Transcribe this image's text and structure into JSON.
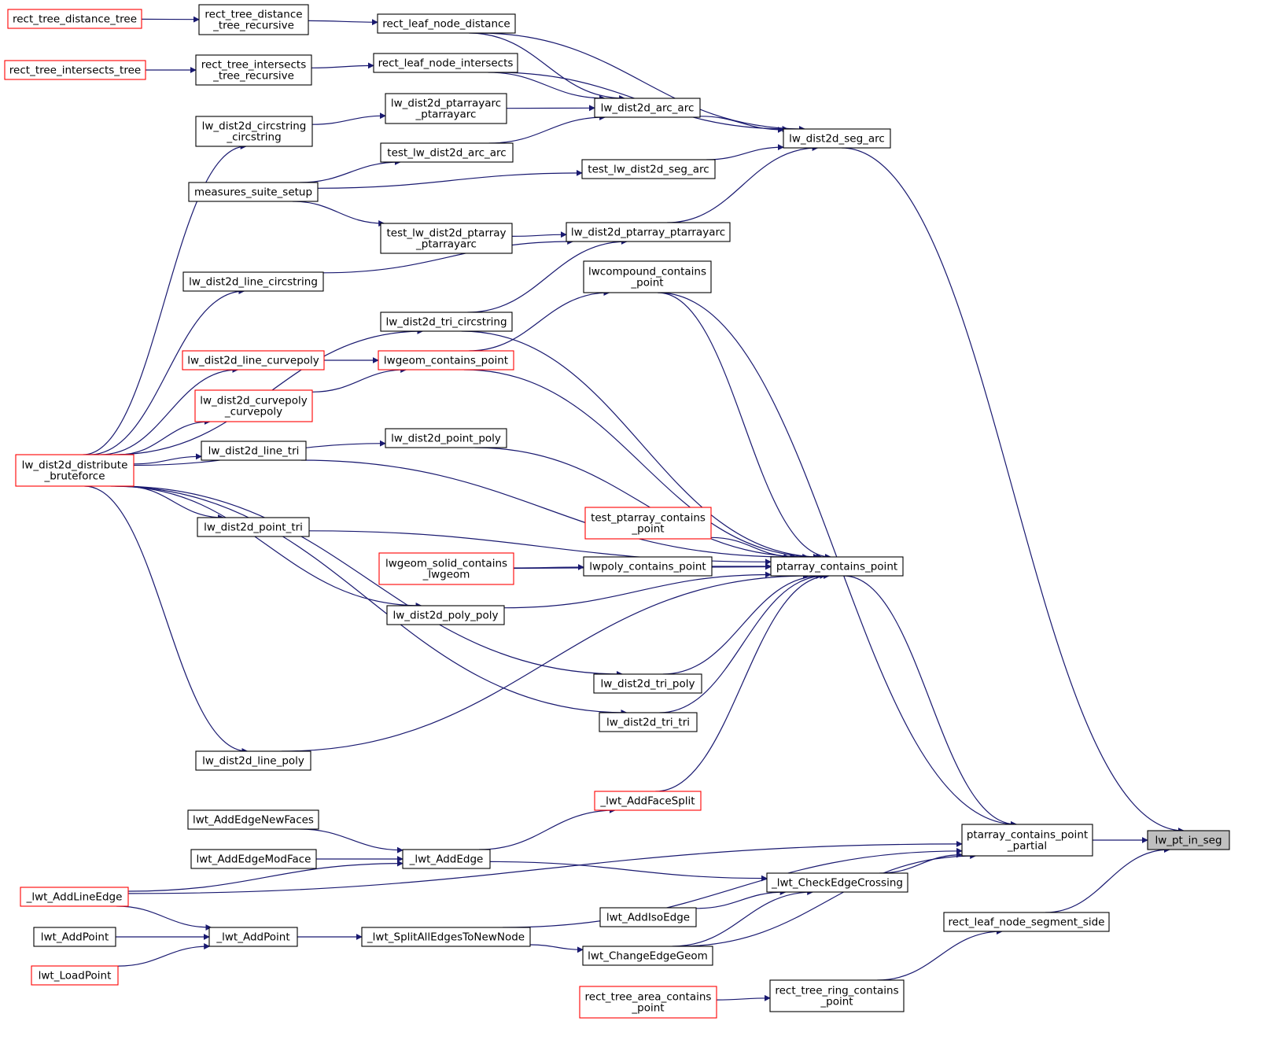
{
  "title": "",
  "colors": {
    "edge": "#191970",
    "border": "#000000",
    "border_red": "#ff0000",
    "highlight": "#bfbfbf",
    "background": "#ffffff"
  },
  "nodes": [
    {
      "id": "n_pt_in_seg",
      "lines": [
        "lw_pt_in_seg"
      ],
      "style": "highlight"
    },
    {
      "id": "n_ptarray_cpp",
      "lines": [
        "ptarray_contains_point",
        "_partial"
      ],
      "style": "normal"
    },
    {
      "id": "n_rect_leaf_seg_side",
      "lines": [
        "rect_leaf_node_segment_side"
      ],
      "style": "normal"
    },
    {
      "id": "n_seg_arc",
      "lines": [
        "lw_dist2d_seg_arc"
      ],
      "style": "normal"
    },
    {
      "id": "n_ptarray_cp",
      "lines": [
        "ptarray_contains_point"
      ],
      "style": "normal"
    },
    {
      "id": "n_lwcompound_cp",
      "lines": [
        "lwcompound_contains",
        "_point"
      ],
      "style": "normal"
    },
    {
      "id": "n_checkedgecrossing",
      "lines": [
        "_lwt_CheckEdgeCrossing"
      ],
      "style": "normal"
    },
    {
      "id": "n_changeedgegeom",
      "lines": [
        "lwt_ChangeEdgeGeom"
      ],
      "style": "normal"
    },
    {
      "id": "n_splitalledges",
      "lines": [
        "_lwt_SplitAllEdgesToNewNode"
      ],
      "style": "normal"
    },
    {
      "id": "n_rect_ring_cp",
      "lines": [
        "rect_tree_ring_contains",
        "_point"
      ],
      "style": "normal"
    },
    {
      "id": "n_rect_area_cp",
      "lines": [
        "rect_tree_area_contains",
        "_point"
      ],
      "style": "red"
    },
    {
      "id": "n_arc_arc",
      "lines": [
        "lw_dist2d_arc_arc"
      ],
      "style": "normal"
    },
    {
      "id": "n_rect_leaf_dist",
      "lines": [
        "rect_leaf_node_distance"
      ],
      "style": "normal"
    },
    {
      "id": "n_rect_leaf_int",
      "lines": [
        "rect_leaf_node_intersects"
      ],
      "style": "normal"
    },
    {
      "id": "n_test_seg_arc",
      "lines": [
        "test_lw_dist2d_seg_arc"
      ],
      "style": "normal"
    },
    {
      "id": "n_ptarray_ptarrayarc",
      "lines": [
        "lw_dist2d_ptarray_ptarrayarc"
      ],
      "style": "normal"
    },
    {
      "id": "n_ptarrayarc_ptarrayarc",
      "lines": [
        "lw_dist2d_ptarrayarc",
        "_ptarrayarc"
      ],
      "style": "normal"
    },
    {
      "id": "n_test_arc_arc",
      "lines": [
        "test_lw_dist2d_arc_arc"
      ],
      "style": "normal"
    },
    {
      "id": "n_circstring_circstring",
      "lines": [
        "lw_dist2d_circstring",
        "_circstring"
      ],
      "style": "normal"
    },
    {
      "id": "n_measures_setup",
      "lines": [
        "measures_suite_setup"
      ],
      "style": "normal"
    },
    {
      "id": "n_test_ptarray_ptarrayarc",
      "lines": [
        "test_lw_dist2d_ptarray",
        "_ptarrayarc"
      ],
      "style": "normal"
    },
    {
      "id": "n_line_circstring",
      "lines": [
        "lw_dist2d_line_circstring"
      ],
      "style": "normal"
    },
    {
      "id": "n_tri_circstring",
      "lines": [
        "lw_dist2d_tri_circstring"
      ],
      "style": "normal"
    },
    {
      "id": "n_distribute_bf",
      "lines": [
        "lw_dist2d_distribute",
        "_bruteforce"
      ],
      "style": "red"
    },
    {
      "id": "n_rect_dist_tree_rec",
      "lines": [
        "rect_tree_distance",
        "_tree_recursive"
      ],
      "style": "normal"
    },
    {
      "id": "n_rect_dist_tree",
      "lines": [
        "rect_tree_distance_tree"
      ],
      "style": "red"
    },
    {
      "id": "n_rect_int_tree_rec",
      "lines": [
        "rect_tree_intersects",
        "_tree_recursive"
      ],
      "style": "normal"
    },
    {
      "id": "n_rect_int_tree",
      "lines": [
        "rect_tree_intersects_tree"
      ],
      "style": "red"
    },
    {
      "id": "n_lwgeom_cp",
      "lines": [
        "lwgeom_contains_point"
      ],
      "style": "red"
    },
    {
      "id": "n_line_curvepoly",
      "lines": [
        "lw_dist2d_line_curvepoly"
      ],
      "style": "red"
    },
    {
      "id": "n_curvepoly_curvepoly",
      "lines": [
        "lw_dist2d_curvepoly",
        "_curvepoly"
      ],
      "style": "red"
    },
    {
      "id": "n_line_tri",
      "lines": [
        "lw_dist2d_line_tri"
      ],
      "style": "normal"
    },
    {
      "id": "n_point_poly",
      "lines": [
        "lw_dist2d_point_poly"
      ],
      "style": "normal"
    },
    {
      "id": "n_point_tri",
      "lines": [
        "lw_dist2d_point_tri"
      ],
      "style": "normal"
    },
    {
      "id": "n_test_ptarray_cp",
      "lines": [
        "test_ptarray_contains",
        "_point"
      ],
      "style": "red"
    },
    {
      "id": "n_lwpoly_cp",
      "lines": [
        "lwpoly_contains_point"
      ],
      "style": "normal"
    },
    {
      "id": "n_lwgeom_solid",
      "lines": [
        "lwgeom_solid_contains",
        "_lwgeom"
      ],
      "style": "red"
    },
    {
      "id": "n_poly_poly",
      "lines": [
        "lw_dist2d_poly_poly"
      ],
      "style": "normal"
    },
    {
      "id": "n_tri_poly",
      "lines": [
        "lw_dist2d_tri_poly"
      ],
      "style": "normal"
    },
    {
      "id": "n_tri_tri",
      "lines": [
        "lw_dist2d_tri_tri"
      ],
      "style": "normal"
    },
    {
      "id": "n_line_poly",
      "lines": [
        "lw_dist2d_line_poly"
      ],
      "style": "normal"
    },
    {
      "id": "n_addfacesplit",
      "lines": [
        "_lwt_AddFaceSplit"
      ],
      "style": "red"
    },
    {
      "id": "n_lwt_addedge",
      "lines": [
        "_lwt_AddEdge"
      ],
      "style": "normal"
    },
    {
      "id": "n_addedgenewfaces",
      "lines": [
        "lwt_AddEdgeNewFaces"
      ],
      "style": "normal"
    },
    {
      "id": "n_addedgemodface",
      "lines": [
        "lwt_AddEdgeModFace"
      ],
      "style": "normal"
    },
    {
      "id": "n_addlineedge",
      "lines": [
        "_lwt_AddLineEdge"
      ],
      "style": "red"
    },
    {
      "id": "n_lwt_addpoint_int",
      "lines": [
        "_lwt_AddPoint"
      ],
      "style": "normal"
    },
    {
      "id": "n_lwt_addpoint",
      "lines": [
        "lwt_AddPoint"
      ],
      "style": "normal"
    },
    {
      "id": "n_lwt_loadpoint",
      "lines": [
        "lwt_LoadPoint"
      ],
      "style": "red"
    },
    {
      "id": "n_addisoedge",
      "lines": [
        "lwt_AddIsoEdge"
      ],
      "style": "normal"
    }
  ],
  "edges": [
    [
      "n_ptarray_cpp",
      "n_pt_in_seg"
    ],
    [
      "n_rect_leaf_seg_side",
      "n_pt_in_seg"
    ],
    [
      "n_seg_arc",
      "n_pt_in_seg"
    ],
    [
      "n_ptarray_cp",
      "n_ptarray_cpp"
    ],
    [
      "n_lwcompound_cp",
      "n_ptarray_cpp"
    ],
    [
      "n_checkedgecrossing",
      "n_ptarray_cpp"
    ],
    [
      "n_changeedgegeom",
      "n_ptarray_cpp"
    ],
    [
      "n_splitalledges",
      "n_ptarray_cpp"
    ],
    [
      "n_rect_ring_cp",
      "n_rect_leaf_seg_side"
    ],
    [
      "n_rect_area_cp",
      "n_rect_ring_cp"
    ],
    [
      "n_arc_arc",
      "n_seg_arc"
    ],
    [
      "n_rect_leaf_dist",
      "n_seg_arc"
    ],
    [
      "n_rect_leaf_int",
      "n_seg_arc"
    ],
    [
      "n_test_seg_arc",
      "n_seg_arc"
    ],
    [
      "n_ptarray_ptarrayarc",
      "n_seg_arc"
    ],
    [
      "n_rect_leaf_dist",
      "n_arc_arc"
    ],
    [
      "n_rect_leaf_int",
      "n_arc_arc"
    ],
    [
      "n_ptarrayarc_ptarrayarc",
      "n_arc_arc"
    ],
    [
      "n_test_arc_arc",
      "n_arc_arc"
    ],
    [
      "n_rect_dist_tree_rec",
      "n_rect_leaf_dist"
    ],
    [
      "n_rect_dist_tree",
      "n_rect_dist_tree_rec"
    ],
    [
      "n_rect_int_tree_rec",
      "n_rect_leaf_int"
    ],
    [
      "n_rect_int_tree",
      "n_rect_int_tree_rec"
    ],
    [
      "n_circstring_circstring",
      "n_ptarrayarc_ptarrayarc"
    ],
    [
      "n_distribute_bf",
      "n_circstring_circstring"
    ],
    [
      "n_measures_setup",
      "n_test_arc_arc"
    ],
    [
      "n_measures_setup",
      "n_test_seg_arc"
    ],
    [
      "n_measures_setup",
      "n_test_ptarray_ptarrayarc"
    ],
    [
      "n_test_ptarray_ptarrayarc",
      "n_ptarray_ptarrayarc"
    ],
    [
      "n_line_circstring",
      "n_ptarray_ptarrayarc"
    ],
    [
      "n_tri_circstring",
      "n_ptarray_ptarrayarc"
    ],
    [
      "n_distribute_bf",
      "n_line_circstring"
    ],
    [
      "n_distribute_bf",
      "n_tri_circstring"
    ],
    [
      "n_tri_circstring",
      "n_ptarray_cp"
    ],
    [
      "n_lwgeom_cp",
      "n_lwcompound_cp"
    ],
    [
      "n_lwgeom_cp",
      "n_ptarray_cp"
    ],
    [
      "n_line_curvepoly",
      "n_lwgeom_cp"
    ],
    [
      "n_curvepoly_curvepoly",
      "n_lwgeom_cp"
    ],
    [
      "n_distribute_bf",
      "n_line_curvepoly"
    ],
    [
      "n_distribute_bf",
      "n_curvepoly_curvepoly"
    ],
    [
      "n_line_tri",
      "n_ptarray_cp"
    ],
    [
      "n_distribute_bf",
      "n_line_tri"
    ],
    [
      "n_point_poly",
      "n_ptarray_cp"
    ],
    [
      "n_distribute_bf",
      "n_point_poly"
    ],
    [
      "n_point_tri",
      "n_ptarray_cp"
    ],
    [
      "n_distribute_bf",
      "n_point_tri"
    ],
    [
      "n_lwcompound_cp",
      "n_ptarray_cp"
    ],
    [
      "n_test_ptarray_cp",
      "n_ptarray_cp"
    ],
    [
      "n_lwpoly_cp",
      "n_ptarray_cp"
    ],
    [
      "n_lwgeom_solid",
      "n_lwpoly_cp"
    ],
    [
      "n_lwgeom_solid",
      "n_ptarray_cp"
    ],
    [
      "n_poly_poly",
      "n_ptarray_cp"
    ],
    [
      "n_distribute_bf",
      "n_poly_poly"
    ],
    [
      "n_tri_poly",
      "n_ptarray_cp"
    ],
    [
      "n_distribute_bf",
      "n_tri_poly"
    ],
    [
      "n_tri_tri",
      "n_ptarray_cp"
    ],
    [
      "n_distribute_bf",
      "n_tri_tri"
    ],
    [
      "n_line_poly",
      "n_ptarray_cp"
    ],
    [
      "n_distribute_bf",
      "n_line_poly"
    ],
    [
      "n_addfacesplit",
      "n_ptarray_cp"
    ],
    [
      "n_lwt_addedge",
      "n_addfacesplit"
    ],
    [
      "n_addedgenewfaces",
      "n_lwt_addedge"
    ],
    [
      "n_addedgemodface",
      "n_lwt_addedge"
    ],
    [
      "n_addlineedge",
      "n_lwt_addedge"
    ],
    [
      "n_lwt_addedge",
      "n_checkedgecrossing"
    ],
    [
      "n_addlineedge",
      "n_ptarray_cpp"
    ],
    [
      "n_addlineedge",
      "n_lwt_addpoint_int"
    ],
    [
      "n_lwt_addpoint",
      "n_lwt_addpoint_int"
    ],
    [
      "n_lwt_loadpoint",
      "n_lwt_addpoint_int"
    ],
    [
      "n_lwt_addpoint_int",
      "n_splitalledges"
    ],
    [
      "n_splitalledges",
      "n_changeedgegeom"
    ],
    [
      "n_changeedgegeom",
      "n_checkedgecrossing"
    ],
    [
      "n_addisoedge",
      "n_checkedgecrossing"
    ]
  ]
}
